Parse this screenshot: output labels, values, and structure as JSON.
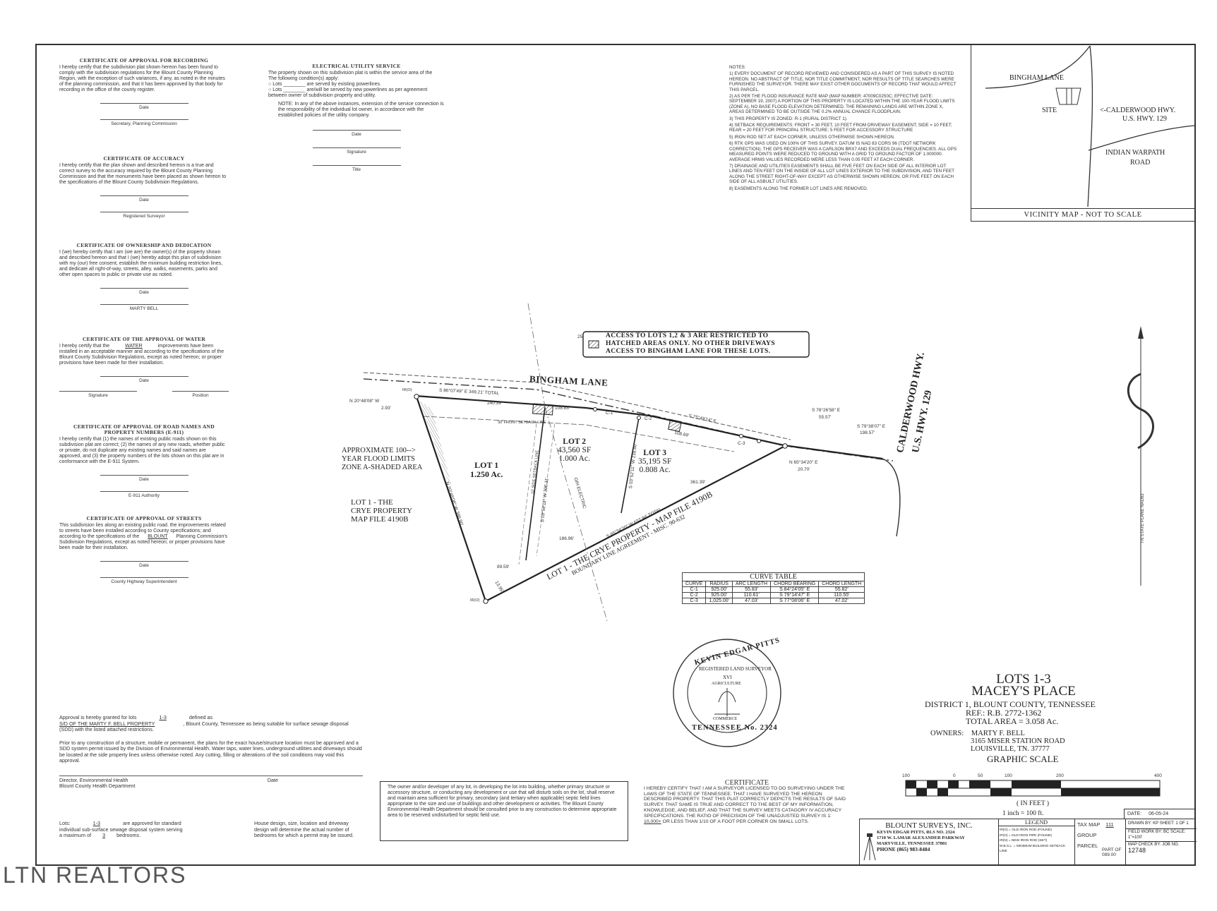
{
  "certificates": {
    "recording": {
      "title": "CERTIFICATE OF APPROVAL FOR RECORDING",
      "body": "I hereby certify that the subdivision plat shown hereon has been found to comply with the subdivision regulations for the Blount County Planning Region, with the exception of such variances, if any, as noted in the minutes of the planning commission, and that it has been approved by that body for recording in the office of the county register.",
      "lines": [
        "Date",
        "Secretary, Planning Commission"
      ]
    },
    "accuracy": {
      "title": "CERTIFICATE OF ACCURACY",
      "body": "I hereby certify that the plan shown and described hereon is a true and correct survey to the accuracy required by the Blount County Planning Commission and that the monuments have been placed as shown hereon to the specifications of the Blount County Subdivision Regulations.",
      "lines": [
        "Date",
        "Registered Surveyor"
      ]
    },
    "ownership": {
      "title": "CERTIFICATE OF OWNERSHIP AND DEDICATION",
      "body": "I (we) hereby certify that I am (we are) the owner(s) of the property shown and described hereon and that I (we) hereby adopt this plan of subdivision with my (our) free consent, establish the minimum building restriction lines, and dedicate all right-of-way, streets, alley, walks, easements, parks and other open spaces to public or private use as noted.",
      "lines": [
        "Date",
        "MARTY BELL"
      ]
    },
    "water": {
      "title": "CERTIFICATE OF THE APPROVAL OF WATER",
      "body_pre": "I hereby certify that the",
      "body_fill": "WATER",
      "body": "improvements have been installed in an acceptable manner and according to the specifications of the Blount County Subdivision Regulations, except as noted hereon; or proper provisions have been made for their installation.",
      "lines": [
        "Date",
        "Signature",
        "Position"
      ]
    },
    "road_names": {
      "title": "CERTIFICATE OF APPROVAL OF ROAD NAMES AND PROPERTY NUMBERS (E-911)",
      "body": "I hereby certify that (1) the names of existing public roads shown on this subdivision plat are correct; (2) the names of any new roads, whether public or private, do not duplicate any existing names and said names are approved, and (3) the property numbers of the lots shown on this plat are in conformance with the E-911 System.",
      "lines": [
        "Date",
        "E-911 Authority"
      ]
    },
    "streets": {
      "title": "CERTIFICATE OF APPROVAL OF STREETS",
      "body_pre": "This subdivision lies along an existing public road. the improvements related to streets have been installed according to County specifications; and according to the specifications of the",
      "body_fill": "BLOUNT",
      "body": "Planning Commission's Subdivision Regulations, except as noted hereon; or proper provisions have been made for their installation.",
      "lines": [
        "Date",
        "County Highway Superintendent"
      ]
    }
  },
  "electrical": {
    "title": "ELECTRICAL UTILITY SERVICE",
    "intro": "The property shown on this subdivision plat is within the service area of the",
    "intro2": "The following condition(s) apply:",
    "opt1_pre": "Lots",
    "opt1_post": "are served by existing powerlines.",
    "opt2_pre": "Lots",
    "opt2_post": "are/will be served by new powerlines as per agreement between owner of subdivision property and utility.",
    "note": "NOTE: In any of the above instances, extension of the service connection is the responsibility of the individual lot owner, in accordance with the established policies of the utility company.",
    "lines": [
      "Date",
      "Signature",
      "Title"
    ]
  },
  "notes": {
    "heading": "NOTES:",
    "items": [
      "1) EVERY DOCUMENT OF RECORD REVIEWED AND CONSIDERED AS A PART OF THIS SURVEY IS NOTED HEREON. NO ABSTRACT OF TITLE, NOR TITLE COMMITMENT, NOR RESULTS OF TITLE SEARCHES WERE FURNISHED THE SURVEYOR. THERE MAY EXIST OTHER DOCUMENTS OF RECORD THAT WOULD AFFECT THIS PARCEL.",
      "2) AS PER THE FLOOD INSURANCE RATE MAP (MAP NUMBER: 47009C0250C; EFFECTIVE DATE: SEPTEMBER 19, 2007) A PORTION OF THIS PROPERTY IS LOCATED WITHIN THE 100-YEAR FLOOD LIMITS (ZONE A), NO BASE FLOOD ELEVATION DETERMINED. THE REMAINING LANDS ARE WITHIN ZONE X, AREAS DETERMINED TO BE OUTSIDE THE 0.2% ANNUAL CHANCE FLOODPLAIN.",
      "3) THIS PROPERTY IS ZONED: R-1 (RURAL DISTRICT 1).",
      "4) SETBACK REQUIREMENTS: FRONT = 30 FEET, 10 FEET FROM DRIVEWAY EASEMENT; SIDE = 10 FEET; REAR = 20 FEET FOR PRINCIPAL STRUCTURE; 5 FEET FOR ACCESSORY STRUCTURE",
      "5) IRON ROD SET AT EACH CORNER, UNLESS OTHERWISE SHOWN HEREON.",
      "6) RTK GPS WAS USED ON 100% OF THIS SURVEY. DATUM IS NAD 83 CORS 96 (TDOT NETWORK CORRECTION). THE GPS RECEIVER WAS A CARLSON BRX7 AND EXCEEDS DUAL FREQUENCIES. ALL GPS MEASURED POINTS WERE REDUCED TO GROUND WITH A GRID TO GROUND FACTOR OF 1.000000. AVERAGE HRMS VALUES RECORDED WERE LESS THAN 0.05 FEET AT EACH CORNER.",
      "7) DRAINAGE AND UTILITIES EASEMENTS SHALL BE FIVE FEET ON EACH SIDE OF ALL INTERIOR LOT LINES AND TEN FEET ON THE INSIDE OF ALL LOT LINES EXTERIOR TO THE SUBDIVISION, AND TEN FEET ALONG THE STREET RIGHT-OF-WAY EXCEPT AS OTHERWISE SHOWN HEREON, OR FIVE FEET ON EACH SIDE OF ALL ASBUILT UTILITIES.",
      "8) EASEMENTS ALONG THE FORMER LOT LINES ARE REMOVED."
    ]
  },
  "vicinity": {
    "road1": "BINGHAM LANE",
    "site": "SITE",
    "road2a": "<-CALDERWOOD HWY.",
    "road2b": "U.S. HWY. 129",
    "road3a": "INDIAN WARPATH",
    "road3b": "ROAD",
    "caption": "VICINITY MAP - NOT TO SCALE"
  },
  "plat": {
    "access_note": [
      "ACCESS TO LOTS 1,2 & 3 ARE RESTRICTED TO",
      "HATCHED AREAS ONLY. NO OTHER DRIVEWAYS",
      "ACCESS TO BINGHAM LANE FOR THESE LOTS."
    ],
    "access_width": "25'",
    "road_name": "BINGHAM LANE",
    "hwy_name": "CALDERWOOD HWY.",
    "hwy_num": "U.S. HWY. 129",
    "flood_label": [
      "APPROXIMATE 100-->",
      "YEAR FLOOD LIMITS",
      "ZONE A-SHADED AREA"
    ],
    "adjoiner_left": [
      "LOT 1 - THE",
      "CRYE PROPERTY",
      "MAP FILE 4190B"
    ],
    "adjoiner_bottom": "LOT 1 - THE CRYE PROPERTY - MAP FILE 4190B",
    "boundary_line": "BOUNDARY LINE AGREEMENT - MISC. 90-632",
    "lots": [
      {
        "name": "LOT 1",
        "area": "1.250 Ac."
      },
      {
        "name": "LOT 2",
        "sf": "43,560 SF",
        "area": "1.000 Ac."
      },
      {
        "name": "LOT 3",
        "sf": "35,195 SF",
        "area": "0.808 Ac."
      }
    ],
    "bearings": {
      "north_total": "S 86°07'49\" E 349.21' TOTAL",
      "seg1": "240.39'",
      "seg2": "108.83'",
      "c1": "C-1",
      "c2": "C-2",
      "c3": "C-3",
      "north2": "S 75°49'14\" E",
      "seg3": "108.69'",
      "nw": "N 20°48'08\" W",
      "nw_d": "2.93'",
      "west": "N 20°48'08\" W 386.90'",
      "ne1": "S 78°26'58\" E",
      "ne1_d": "55.57'",
      "ne2": "S 79°38'07\" E",
      "ne2_d": "198.57'",
      "ne3": "N 65°34'20\" E",
      "ne3_d": "20.70'",
      "south_total": "S 65°34'20\" W 637.94' TOTAL",
      "s1": "89.59'",
      "s2": "186.96'",
      "s3": "361.39'",
      "lotline1": "S 03°52'11\" W 306.11'",
      "lotline2": "S 03°52'11\" W 218.80'",
      "sw": "13.95'",
      "front_setback": "30' FRONT SETBACK LINE",
      "side_setback": "10' SIDE SETBACK LINE",
      "electric": "O/H ELECTRIC",
      "ir": "IR(O)",
      "north_arrow": "TN STATE PLANE NAD83"
    }
  },
  "curve_table": {
    "title": "CURVE TABLE",
    "headers": [
      "CURVE",
      "RADIUS",
      "ARC LENGTH",
      "CHORD BEARING",
      "CHORD LENGTH"
    ],
    "rows": [
      [
        "C-1",
        "925.00'",
        "55.83'",
        "S 84°24'05\" E",
        "55.82'"
      ],
      [
        "C-2",
        "925.00'",
        "110.61'",
        "S 79°14'47\" E",
        "110.55'"
      ],
      [
        "C-3",
        "1,025.00'",
        "47.03'",
        "S 77°08'06\" E",
        "47.02'"
      ]
    ]
  },
  "seal": {
    "outer_top": "KEVIN EDGAR PITTS",
    "outer_bottom": "TENNESSEE No. 2324",
    "inner_top": "REGISTERED LAND SURVEYOR",
    "inner_mid": "XVI",
    "inner_ag": "AGRICULTURE",
    "inner_bottom": "COMMERCE"
  },
  "title_block": {
    "title1": "LOTS 1-3",
    "title2": "MACEY'S PLACE",
    "district": "DISTRICT 1, BLOUNT COUNTY, TENNESSEE",
    "ref": "REF.: R.B. 2772-1362",
    "area": "TOTAL AREA = 3.058 Ac.",
    "owners_label": "OWNERS:",
    "owners_name": "MARTY F. BELL",
    "owners_addr1": "3165 MISER STATION ROAD",
    "owners_addr2": "LOUISVILLE, TN. 37777",
    "scale_title": "GRAPHIC SCALE",
    "scale_ticks": [
      "100",
      "0",
      "50",
      "100",
      "200",
      "400"
    ],
    "scale_unit": "( IN FEET )",
    "scale_ratio": "1 inch = 100 ft."
  },
  "sewage": {
    "p1_pre": "Approval is hereby granted for lots",
    "p1_lots": "1-3",
    "p1_def": "defined as",
    "p1_prop": "S/D OF THE MARTY F. BELL PROPERTY",
    "p1_post": ", Blount County, Tennessee as being suitable for surface sewage disposal (SDD) with the listed attached restrictions.",
    "p2": "Prior to any construction of a structure, mobile or permanent, the plans for the exact house/structure location must be approved and a SDD system permit issued by the Division of Environmental Health. Water taps, water lines, underground utilities and driveways should be located at the side property lines unless otherwise noted. Any cutting, filling or alterations of the soil conditions may void this approval.",
    "sig1": "Director, Environmental Health",
    "sig1b": "Blount County Health Department",
    "sig2": "Date",
    "lots_label": "Lots:",
    "lots_val": "1-3",
    "lots_text": "are approved for standard individual sub-surface sewage disposal system serving a maximum of",
    "bedrooms": "3",
    "bedrooms_label": "bedrooms.",
    "house": "House design, size, location and driveway design will determine the actual number of bedrooms for which a permit may be issued."
  },
  "owner_notice": "The owner and/or developer of any lot, in developing the lot into building, whether primary structure or accessory structure, or conducting any development or use that will disturb soils on the lot, shall reserve and maintain area sufficient for primary, secondary (and tertiary when applicable) septic field lines appropriate to the size and use of buildings and other development or activities. The Blount County Environmental Health Department should be consulted prior to any construction to determine appropriate area to be reserved undisturbed for septic field use.",
  "certificate": {
    "title": "CERTIFICATE",
    "body": "I HEREBY CERTIFY THAT I AM A SURVEYOR LICENSED TO DO SURVEYING UNDER THE LAWS OF THE STATE OF TENNESSEE. THAT I HAVE SURVEYED THE HEREON DESCRIBED PROPERTY. THAT THIS PLAT CORRECTLY DEPICTS THE RESULTS OF SAID SURVEY. THAT SAME IS TRUE AND CORRECT TO THE BEST OF MY INFORMATION, KNOWLEDGE, AND BELIEF, AND THAT THE SURVEY MEETS CATAGORY IV ACCURACY SPECIFICATIONS. THE RATIO OF PRECISION OF THE UNADJUSTED SURVEY IS 1:",
    "ratio": "10,000+",
    "body2": "OR LESS THAN 1/10 OF A FOOT PER CORNER ON SMALL LOTS."
  },
  "company": {
    "name": "BLOUNT SURVEYS, INC.",
    "line1": "KEVIN EDGAR PITTS, RLS NO. 2324",
    "line2": "1710 W. LAMAR ALEXANDER PARKWAY",
    "line3": "MARYVILLE, TENNESSEE 37801",
    "phone": "PHONE (865) 983-8484"
  },
  "legend": {
    "title": "LEGEND",
    "items": [
      "IR(O) = OLD IRON ROD (FOUND)",
      "IP(O) = OLD IRON PIPE (FOUND)",
      "IR(N) = NEW IRON ROD (SET)",
      "M.B.S.L. = MINIMUM BUILDING SETBACK LINE"
    ]
  },
  "sheet_info": {
    "tax_map_label": "TAX MAP",
    "tax_map": "111",
    "group_label": "GROUP",
    "parcel_label": "PARCEL",
    "part_of_label": "PART OF",
    "part_of": "089.00",
    "date_label": "DATE:",
    "date": "06-05-24",
    "drawn_label": "DRAWN BY:",
    "drawn": "KP",
    "sheet_label": "SHEET:",
    "sheet": "1 OF 1",
    "field_label": "FIELD WORK BY:",
    "field": "BC",
    "scale_label": "SCALE:",
    "scale": "1\"=100'",
    "check_label": "MAP CHECK BY:",
    "job_label": "JOB NO.",
    "job": "12748"
  },
  "watermark": "LTN REALTORS"
}
